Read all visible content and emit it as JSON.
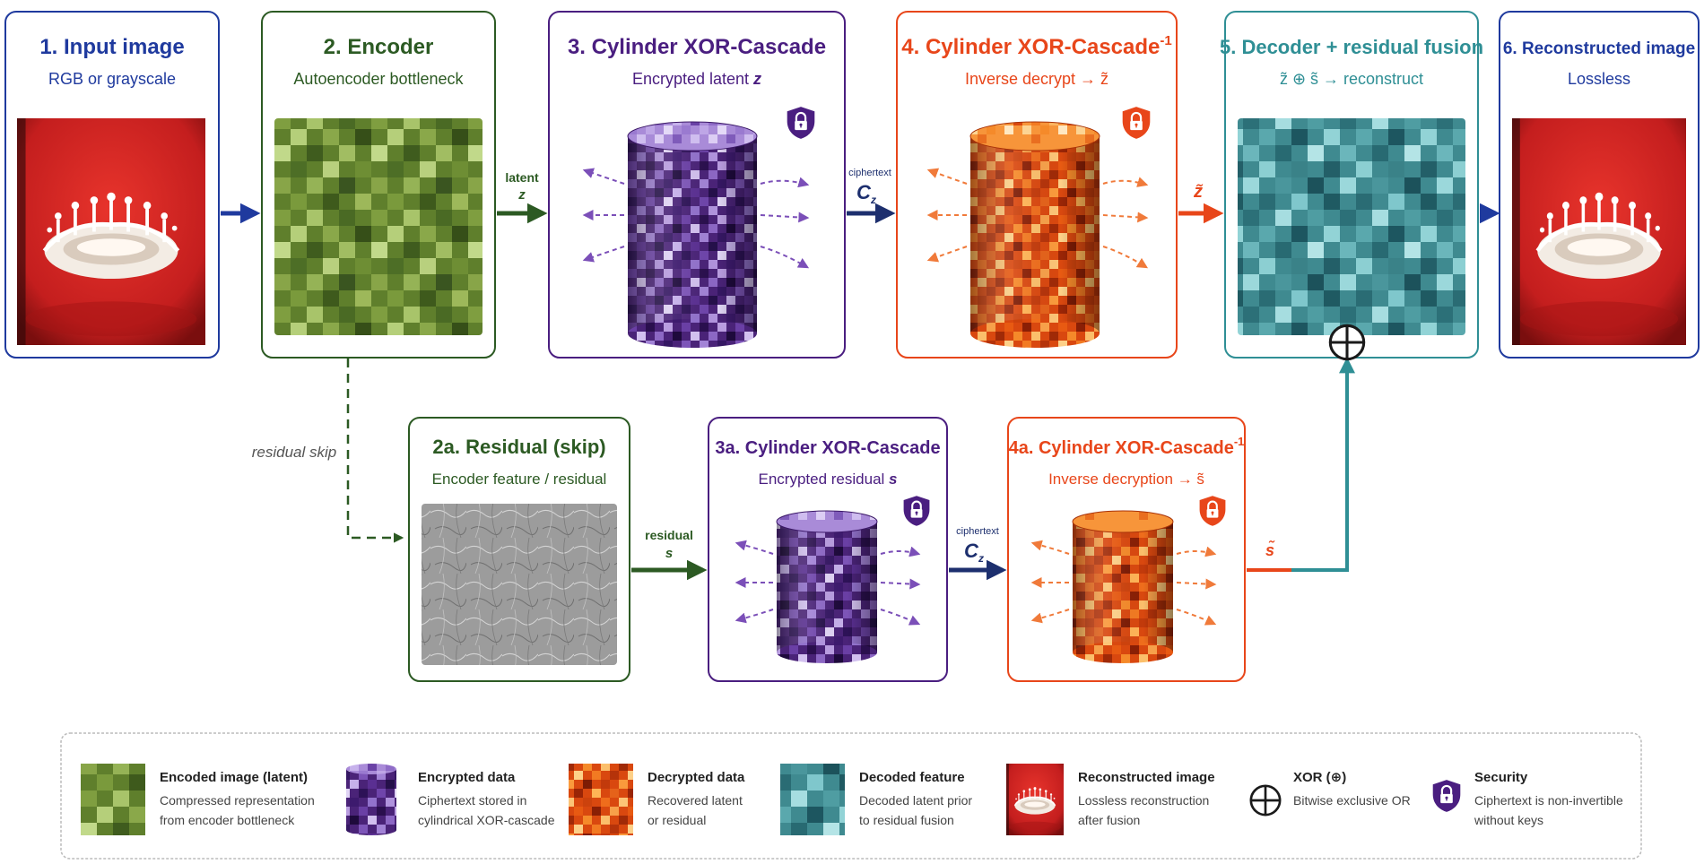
{
  "colors": {
    "blue": "#1f3a9e",
    "green": "#2c5a23",
    "purple": "#4a1e80",
    "orange": "#e8461a",
    "teal": "#2f8f95",
    "navy": "#1d2f6e",
    "gray": "#555555"
  },
  "nodes": {
    "input": {
      "num": "1.",
      "title": "Input image",
      "subtitle": "RGB or grayscale"
    },
    "encoder": {
      "num": "2.",
      "title": "Encoder",
      "subtitle": "Autoencoder bottleneck"
    },
    "cascade": {
      "num": "3.",
      "title": "Cylinder XOR-Cascade",
      "subtitle_pre": "Encrypted latent ",
      "subtitle_var": "z"
    },
    "inverse": {
      "num": "4.",
      "title": "Cylinder XOR-Cascade",
      "sup": "-1",
      "subtitle": "Inverse decrypt → z̃"
    },
    "decoder": {
      "num": "5.",
      "title": "Decoder + residual fusion",
      "subtitle": "z̃ ⊕ s̃ → reconstruct"
    },
    "recon": {
      "num": "6.",
      "title": "Reconstructed image",
      "subtitle": "Lossless"
    },
    "residual": {
      "num": "2a.",
      "title": "Residual (skip)",
      "subtitle": "Encoder feature / residual"
    },
    "cascade_res": {
      "num": "3a.",
      "title": "Cylinder XOR-Cascade",
      "subtitle_pre": "Encrypted residual ",
      "subtitle_var": "s"
    },
    "inverse_res": {
      "num": "4a.",
      "title": "Cylinder XOR-Cascade",
      "sup": "-1",
      "subtitle": "Inverse decryption → s̃"
    }
  },
  "edges": {
    "latent": {
      "top": "latent",
      "var": "z"
    },
    "cipher1": {
      "top": "ciphertext",
      "var": "C",
      "sub": "z"
    },
    "ztilde": {
      "var": "z̃"
    },
    "residual_skip": {
      "label": "residual skip"
    },
    "residual": {
      "top": "residual",
      "var": "s"
    },
    "cipher2": {
      "top": "ciphertext",
      "var": "C",
      "sub": "z"
    },
    "stilde": {
      "var": "s̃"
    }
  },
  "legend": [
    {
      "icon": "latent-swatch",
      "title": "Encoded image (latent)",
      "lines": [
        "Compressed representation",
        "from encoder bottleneck"
      ]
    },
    {
      "icon": "encrypted-swatch",
      "title": "Encrypted data",
      "lines": [
        "Ciphertext stored in",
        "cylindrical XOR-cascade"
      ]
    },
    {
      "icon": "decrypted-swatch",
      "title": "Decrypted data",
      "lines": [
        "Recovered latent",
        "or residual"
      ]
    },
    {
      "icon": "decoded-swatch",
      "title": "Decoded feature",
      "lines": [
        "Decoded latent prior",
        "to residual fusion"
      ]
    },
    {
      "icon": "reconstructed-swatch",
      "title": "Reconstructed image",
      "lines": [
        "Lossless reconstruction",
        "after fusion"
      ]
    },
    {
      "icon": "xor-icon",
      "title": "XOR (⊕)",
      "lines": [
        "Bitwise exclusive OR"
      ]
    },
    {
      "icon": "shield-lock-icon",
      "title": "Security",
      "lines": [
        "Ciphertext is non-invertible",
        "without keys"
      ]
    }
  ]
}
